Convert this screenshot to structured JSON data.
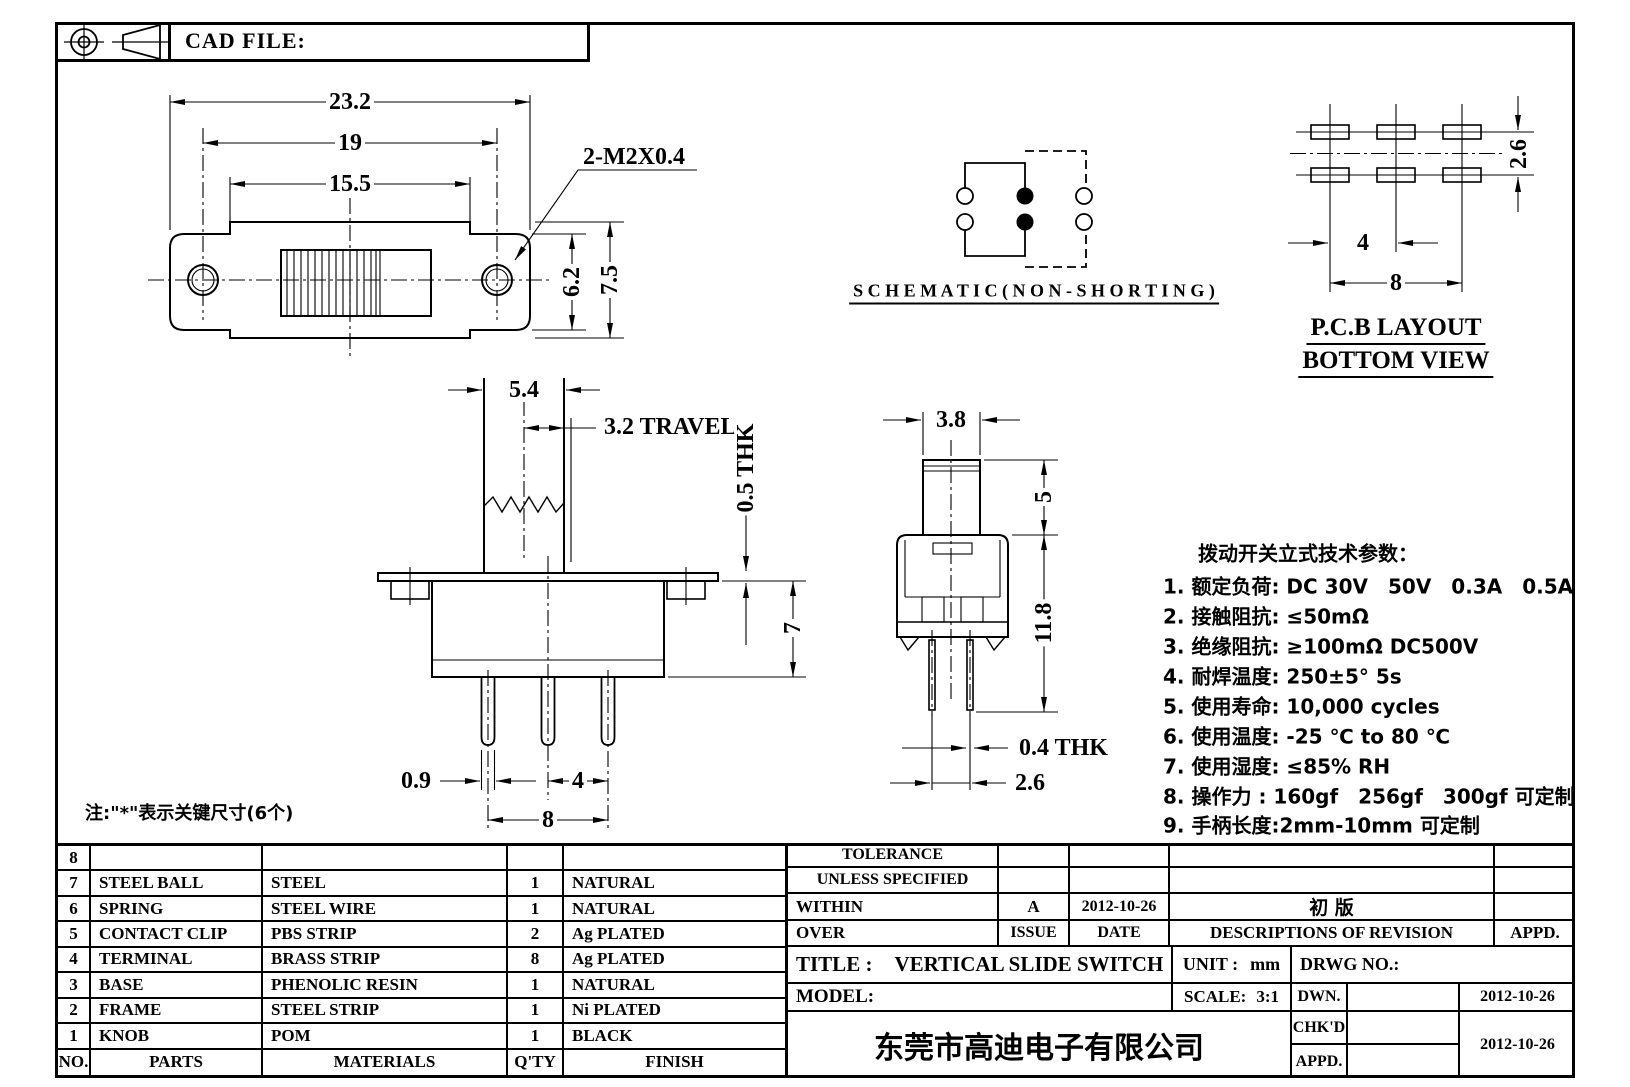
{
  "sheet": {
    "cad_file_label": "CAD FILE:",
    "note": "注:\"*\"表示关键尺寸(6个)"
  },
  "views": {
    "top": {
      "dim_overall_width": "23.2",
      "dim_hole_spacing": "19",
      "dim_body_width": "15.5",
      "thread_callout": "2-M2X0.4",
      "dim_body_height": "6.2",
      "dim_overall_height": "7.5"
    },
    "front": {
      "dim_knob_width": "5.4",
      "dim_travel": "3.2 TRAVEL",
      "dim_flange_thickness": "0.5 THK",
      "dim_body_height": "7",
      "dim_pin_width": "0.9",
      "dim_pin_pitch": "4",
      "dim_pin_span": "8"
    },
    "side": {
      "dim_knob_width": "3.8",
      "dim_knob_height": "5",
      "dim_body_height": "11.8",
      "dim_pin_thickness": "0.4 THK",
      "dim_pin_pitch": "2.6"
    },
    "schematic": {
      "caption": "S C H E M A T I C  ( N O N - S H O R T I N G )"
    },
    "pcb": {
      "caption_line1": "P.C.B  LAYOUT",
      "caption_line2": "BOTTOM  VIEW",
      "dim_pad_pitch_x": "4",
      "dim_pad_span_x": "8",
      "dim_row_pitch": "2.6"
    }
  },
  "specs": {
    "heading": "拨动开关立式技术参数：",
    "items": [
      "1. 额定负荷: DC 30V　50V　0.3A　0.5A",
      "2. 接触阻抗: ≤50mΩ",
      "3. 绝缘阻抗: ≥100mΩ  DC500V",
      "4. 耐焊温度: 250±5°  5s",
      "5. 使用寿命: 10,000 cycles",
      "6. 使用温度: -25 ℃  to 80 ℃",
      "7. 使用湿度: ≤85% RH",
      "8. 操作力 : 160gf　256gf　300gf 可定制",
      "9. 手柄长度:2mm-10mm  可定制"
    ]
  },
  "parts_table": {
    "headers": [
      "NO.",
      "PARTS",
      "MATERIALS",
      "Q'TY",
      "FINISH"
    ],
    "rows": [
      [
        "8",
        "",
        "",
        "",
        ""
      ],
      [
        "7",
        "STEEL BALL",
        "STEEL",
        "1",
        "NATURAL"
      ],
      [
        "6",
        "SPRING",
        "STEEL WIRE",
        "1",
        "NATURAL"
      ],
      [
        "5",
        "CONTACT CLIP",
        "PBS STRIP",
        "2",
        "Ag PLATED"
      ],
      [
        "4",
        "TERMINAL",
        "BRASS STRIP",
        "8",
        "Ag PLATED"
      ],
      [
        "3",
        "BASE",
        "PHENOLIC RESIN",
        "1",
        "NATURAL"
      ],
      [
        "2",
        "FRAME",
        "STEEL STRIP",
        "1",
        "Ni PLATED"
      ],
      [
        "1",
        "KNOB",
        "POM",
        "1",
        "BLACK"
      ]
    ]
  },
  "title_block": {
    "tolerance_line1": "TOLERANCE",
    "tolerance_line2": "UNLESS  SPECIFIED",
    "within_label": "WITHIN",
    "over_label": "OVER",
    "issue_label": "ISSUE",
    "date_label": "DATE",
    "revision_issue": "A",
    "revision_date": "2012-10-26",
    "revision_description": "初  版",
    "descriptions_label": "DESCRIPTIONS OF REVISION",
    "appd_label": "APPD.",
    "title_label": "TITLE :",
    "title_value": "VERTICAL SLIDE SWITCH",
    "unit_label": "UNIT :",
    "unit_value": "mm",
    "drwg_label": "DRWG NO.:",
    "model_label": "MODEL:",
    "scale_label": "SCALE:",
    "scale_value": "3:1",
    "dwn_label": "DWN.",
    "chkd_label": "CHK'D",
    "appd2_label": "APPD.",
    "dwn_date": "2012-10-26",
    "approve_date": "2012-10-26",
    "company": "东莞市高迪电子有限公司"
  }
}
